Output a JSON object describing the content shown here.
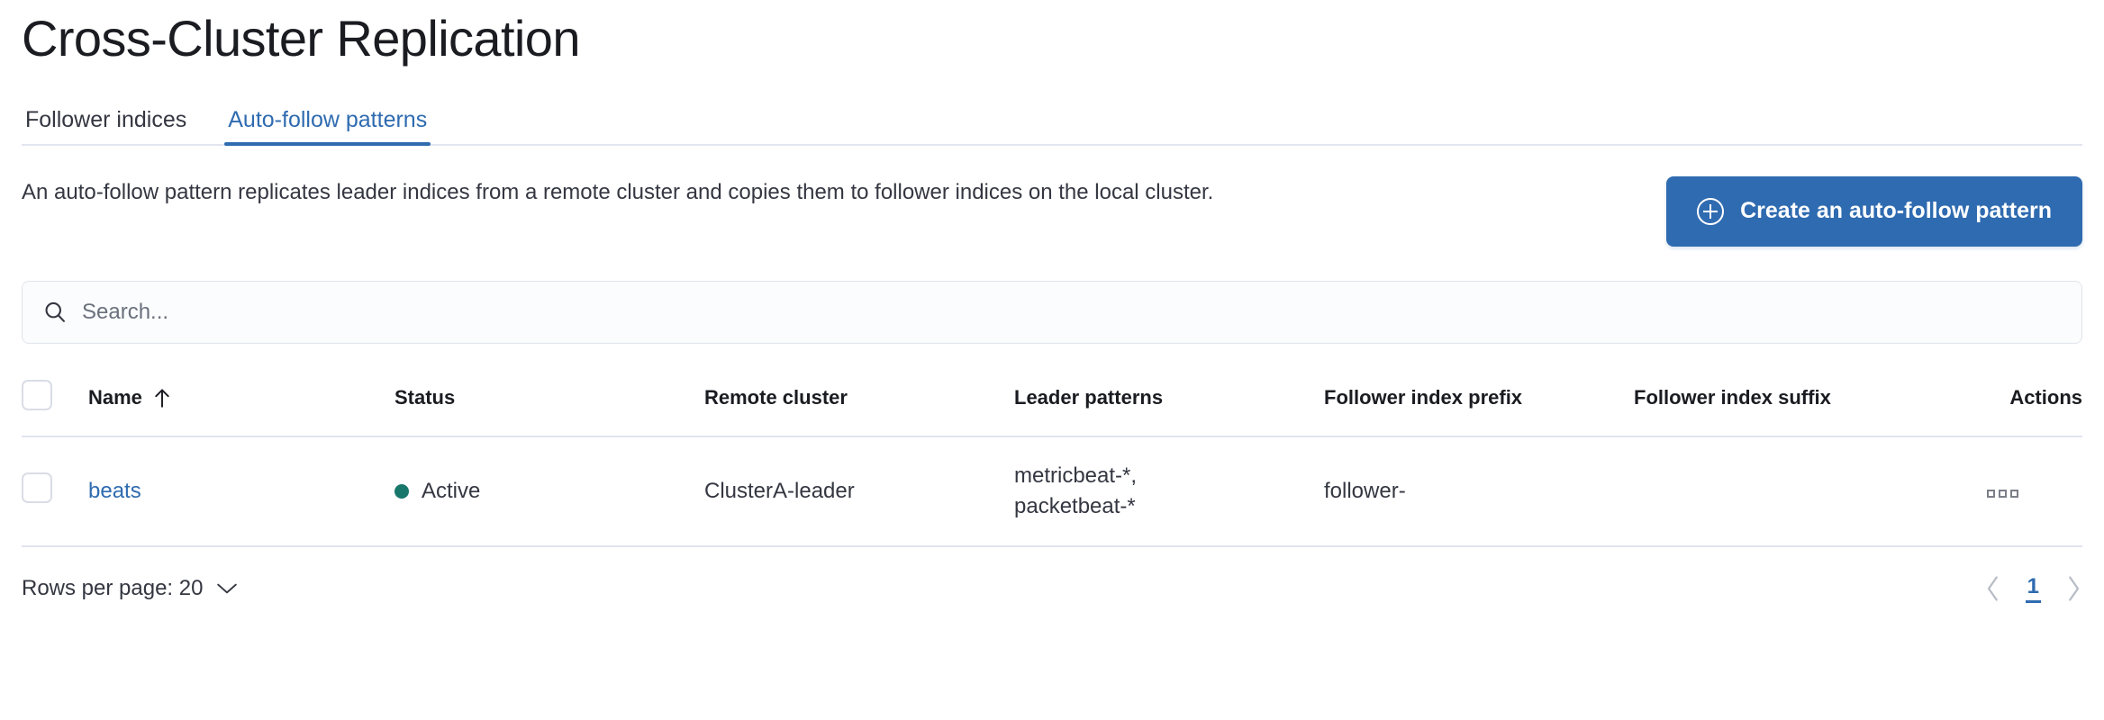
{
  "header": {
    "title": "Cross-Cluster Replication"
  },
  "tabs": [
    {
      "label": "Follower indices",
      "active": false,
      "name": "tab-follower-indices"
    },
    {
      "label": "Auto-follow patterns",
      "active": true,
      "name": "tab-auto-follow-patterns"
    }
  ],
  "intro": {
    "description": "An auto-follow pattern replicates leader indices from a remote cluster and copies them to follower indices on the local cluster.",
    "cta_label": "Create an auto-follow pattern"
  },
  "search": {
    "value": "",
    "placeholder": "Search..."
  },
  "table": {
    "columns": [
      "Name",
      "Status",
      "Remote cluster",
      "Leader patterns",
      "Follower index prefix",
      "Follower index suffix",
      "Actions"
    ],
    "sort": {
      "column": "Name",
      "direction": "asc",
      "glyph": "↑"
    },
    "rows": [
      {
        "name": "beats",
        "status": "Active",
        "status_color": "#17776a",
        "remote_cluster": "ClusterA-leader",
        "leader_patterns": "metricbeat-*, packetbeat-*",
        "leader_patterns_lines": [
          "metricbeat-*,",
          "packetbeat-*"
        ],
        "follower_index_prefix": "follower-",
        "follower_index_suffix": ""
      }
    ]
  },
  "footer": {
    "rows_per_page_label": "Rows per page: 20",
    "current_page": "1"
  },
  "colors": {
    "accent": "#2f6bb0",
    "status_active": "#17776a",
    "text": "#343741",
    "border": "#e0e4ef"
  }
}
